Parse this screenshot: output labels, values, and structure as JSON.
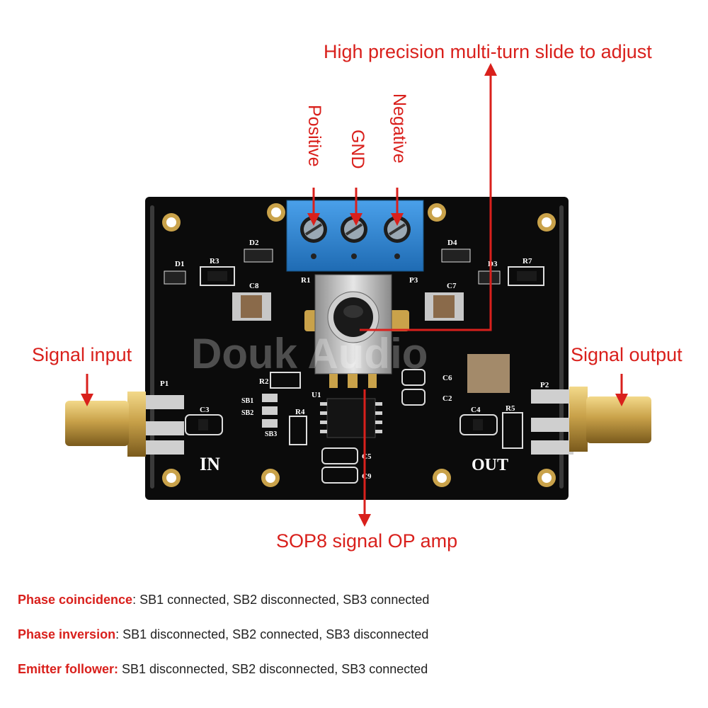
{
  "labels": {
    "top_callout": "High precision multi-turn slide to adjust",
    "positive": "Positive",
    "gnd": "GND",
    "negative": "Negative",
    "signal_input": "Signal input",
    "signal_output": "Signal output",
    "bottom_callout": "SOP8 signal OP amp"
  },
  "notes": [
    {
      "title": "Phase coincidence",
      "text": ": SB1 connected, SB2 disconnected, SB3 connected"
    },
    {
      "title": "Phase inversion",
      "text": ": SB1 disconnected, SB2 connected, SB3 disconnected"
    },
    {
      "title": "Emitter follower:",
      "text": " SB1 disconnected, SB2 disconnected, SB3 connected"
    }
  ],
  "silkscreen": {
    "in": "IN",
    "out": "OUT",
    "d1": "D1",
    "d2": "D2",
    "d3": "D3",
    "d4": "D4",
    "r1": "R1",
    "r2": "R2",
    "r3": "R3",
    "r4": "R4",
    "r5": "R5",
    "r7": "R7",
    "c2": "C2",
    "c3": "C3",
    "c4": "C4",
    "c5": "C5",
    "c6": "C6",
    "c7": "C7",
    "c8": "C8",
    "c9": "C9",
    "p1": "P1",
    "p2": "P2",
    "p3": "P3",
    "u1": "U1",
    "sb1": "SB1",
    "sb2": "SB2",
    "sb3": "SB3"
  },
  "watermark": "Douk Audio",
  "colors": {
    "callout": "#d9201c",
    "pcb": "#0b0b0b",
    "terminal": "#2f86d6",
    "gold": "#c9a24a"
  }
}
